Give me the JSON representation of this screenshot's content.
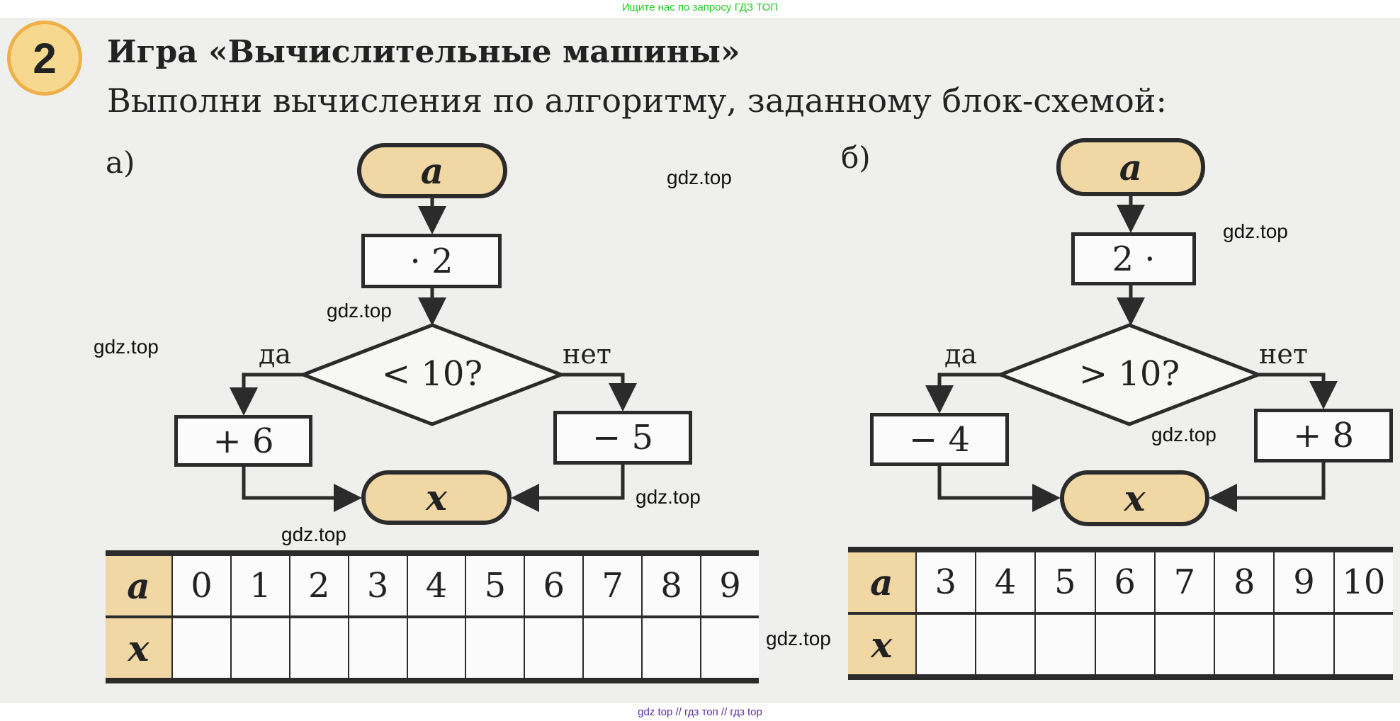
{
  "banner": "Ищите нас по запросу ГДЗ ТОП",
  "task_number": "2",
  "title": "Игра «Вычислительные машины»",
  "subtitle": "Выполни вычисления по алгоритму, заданному блок-схемой:",
  "part_a": {
    "label": "а)",
    "start": "a",
    "operation": "· 2",
    "condition": "< 10?",
    "yes_label": "да",
    "no_label": "нет",
    "yes_op": "+ 6",
    "no_op": "− 5",
    "end": "x",
    "table": {
      "row_a_label": "a",
      "row_x_label": "x",
      "a_values": [
        "0",
        "1",
        "2",
        "3",
        "4",
        "5",
        "6",
        "7",
        "8",
        "9"
      ]
    }
  },
  "part_b": {
    "label": "б)",
    "start": "a",
    "operation": "2 ·",
    "condition": "> 10?",
    "yes_label": "да",
    "no_label": "нет",
    "yes_op": "− 4",
    "no_op": "+ 8",
    "end": "x",
    "table": {
      "row_a_label": "a",
      "row_x_label": "x",
      "a_values": [
        "3",
        "4",
        "5",
        "6",
        "7",
        "8",
        "9",
        "10"
      ]
    }
  },
  "watermark": "gdz.top",
  "footer": "gdz top  //  гдз топ  //  гдз top"
}
